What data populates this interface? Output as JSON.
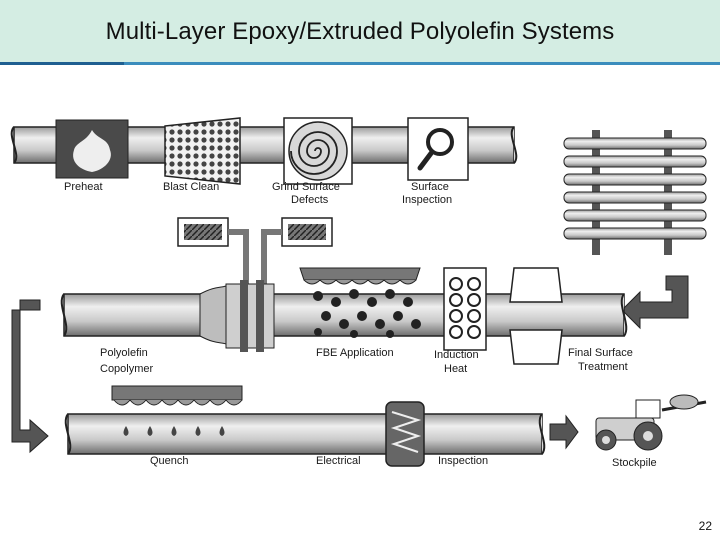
{
  "slide": {
    "title": "Multi-Layer Epoxy/Extruded Polyolefin Systems",
    "page_number": "22",
    "accent_color": "#3b8dbd",
    "title_background": "#d4ede3"
  },
  "diagram": {
    "steps_row1": {
      "preheat": "Preheat",
      "blast_clean": "Blast Clean",
      "grind_line1": "Grind Surface",
      "grind_line2": "Defects",
      "surface_line1": "Surface",
      "surface_line2": "Inspection"
    },
    "steps_row2": {
      "polyolefin_line1": "Polyolefin",
      "polyolefin_line2": "Copolymer",
      "fbe": "FBE Application",
      "induction_line1": "Induction",
      "induction_line2": "Heat",
      "final_line1": "Final Surface",
      "final_line2": "Treatment"
    },
    "steps_row3": {
      "quench": "Quench",
      "electrical": "Electrical",
      "inspection": "Inspection",
      "stockpile": "Stockpile"
    }
  }
}
